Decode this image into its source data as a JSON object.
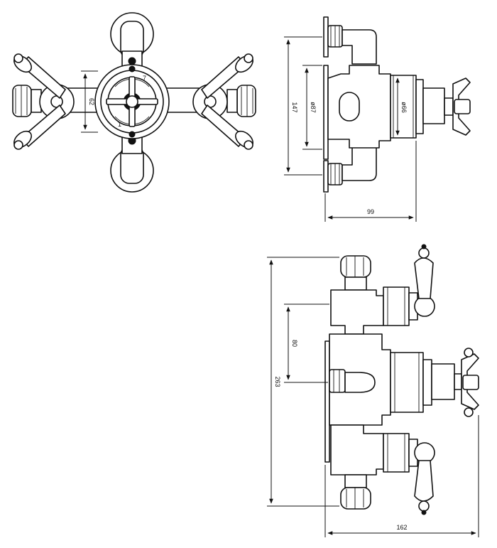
{
  "dimensions": {
    "front_view": {
      "width_62": "62"
    },
    "side_view": {
      "height_147": "147",
      "diameter_87": "ø87",
      "diameter_66": "ø66",
      "depth_99": "99"
    },
    "triple_view": {
      "spacing_80": "80",
      "height_263": "263",
      "depth_162": "162"
    }
  }
}
